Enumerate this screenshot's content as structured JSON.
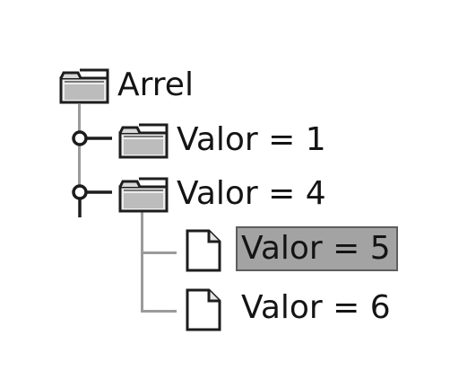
{
  "tree": {
    "root": {
      "label": "Arrel",
      "icon": "folder-icon"
    },
    "children": [
      {
        "label": "Valor = 1",
        "icon": "folder-icon",
        "handle": "collapsed-handle-icon"
      },
      {
        "label": "Valor = 4",
        "icon": "folder-icon",
        "handle": "expanded-handle-icon",
        "children": [
          {
            "label": "Valor = 5",
            "icon": "file-icon",
            "selected": true
          },
          {
            "label": "Valor = 6",
            "icon": "file-icon"
          }
        ]
      }
    ]
  },
  "colors": {
    "selection_bg": "#a3a3a3",
    "selection_border": "#5e5e5e",
    "guide_line": "#9b9b9b",
    "text": "#141414"
  }
}
